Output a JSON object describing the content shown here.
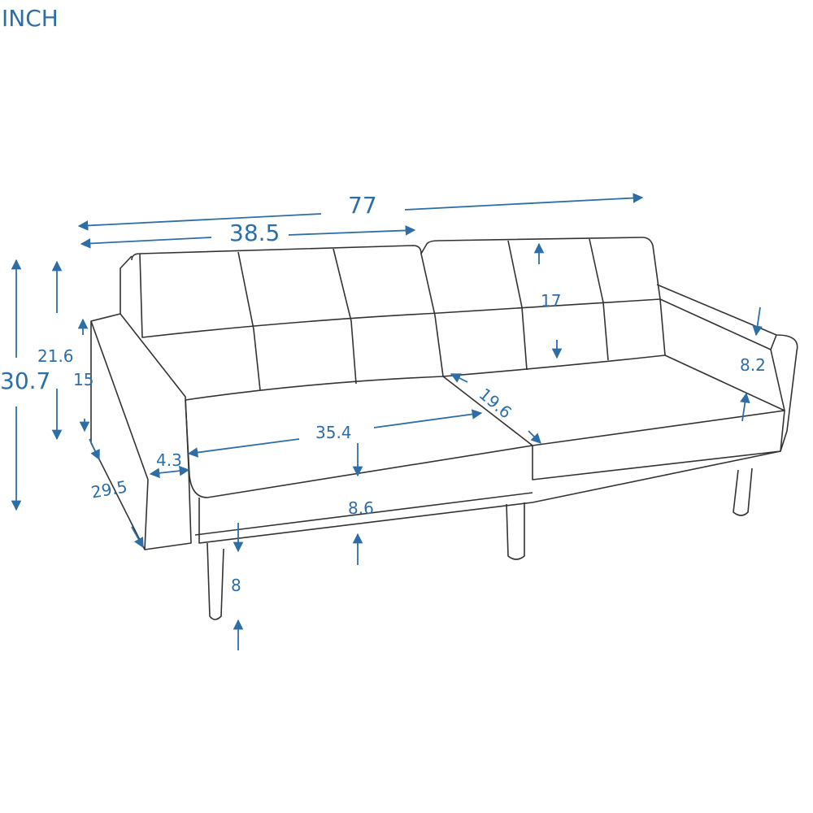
{
  "unit_label": "INCH",
  "colors": {
    "dimension": "#2e6ea6",
    "outline": "#333333"
  },
  "dimensions": {
    "total_length": "77",
    "half_length": "38.5",
    "total_height": "30.7",
    "back_height": "21.6",
    "arm_height": "15",
    "depth": "29.5",
    "arm_width": "4.3",
    "seat_width": "35.4",
    "seat_depth": "19.6",
    "backrest_height": "17",
    "arm_to_seat": "8.2",
    "seat_thickness": "8.6",
    "leg_height": "8"
  }
}
